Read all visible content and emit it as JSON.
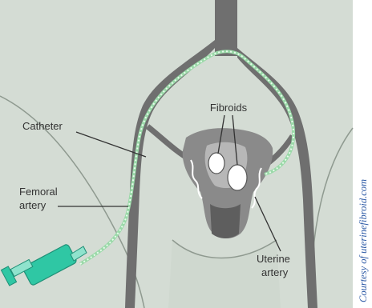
{
  "labels": {
    "fibroids": "Fibroids",
    "catheter": "Catheter",
    "femoral_line1": "Femoral",
    "femoral_line2": "artery",
    "uterine_line1": "Uterine",
    "uterine_line2": "artery"
  },
  "credit": "Courtesy of uterinefibroid.com",
  "colors": {
    "body": "#d4dcd4",
    "outline": "#8f9a90",
    "artery": "#6f6f6f",
    "catheter": "#c9efd3",
    "syringe": "#2fc7a4",
    "uterus": "#8a8a8a",
    "fibroid": "#ffffff",
    "credit": "#2d5aa6"
  }
}
